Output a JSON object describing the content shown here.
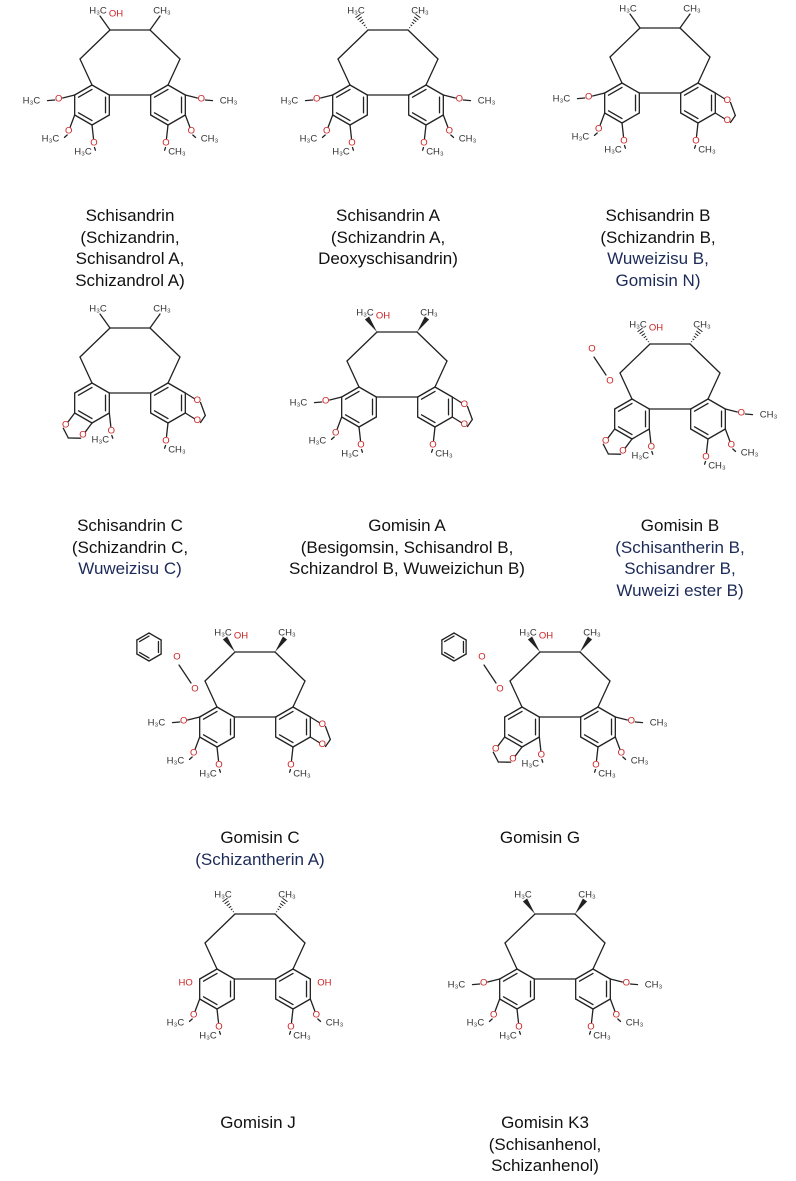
{
  "colors": {
    "bond": "#222222",
    "oxygen": "#cc2222",
    "carbon_text": "#333333",
    "caption": "#111111",
    "caption_alt": "#1c2a58"
  },
  "compounds": [
    {
      "key": "schisandrin",
      "name": "Schisandrin",
      "aliases": [
        "(Schizandrin,",
        "Schisandrol A,",
        "Schizandrol A)"
      ]
    },
    {
      "key": "schisandrin_a",
      "name": "Schisandrin A",
      "aliases": [
        "(Schizandrin A,",
        "Deoxyschisandrin)"
      ]
    },
    {
      "key": "schisandrin_b",
      "name": "Schisandrin B",
      "aliases": [
        "(Schizandrin B,",
        "Wuweizisu B,",
        "Gomisin N)"
      ]
    },
    {
      "key": "schisandrin_c",
      "name": "Schisandrin C",
      "aliases": [
        "(Schizandrin C,",
        "Wuweizisu C)"
      ]
    },
    {
      "key": "gomisin_a",
      "name": "Gomisin A",
      "aliases": [
        "(Besigomsin, Schisandrol B,",
        "Schizandrol B, Wuweizichun B)"
      ]
    },
    {
      "key": "gomisin_b",
      "name": "Gomisin B",
      "aliases": [
        "(Schisantherin B,",
        "Schisandrer B,",
        "Wuweizi ester B)"
      ]
    },
    {
      "key": "gomisin_c",
      "name": "Gomisin C",
      "aliases": [
        "(Schizantherin A)"
      ]
    },
    {
      "key": "gomisin_g",
      "name": "Gomisin G",
      "aliases": []
    },
    {
      "key": "gomisin_j",
      "name": "Gomisin J",
      "aliases": []
    },
    {
      "key": "gomisin_k3",
      "name": "Gomisin K3",
      "aliases": [
        "(Schisanhenol,",
        "Schizanhenol)"
      ]
    }
  ],
  "atom_labels": {
    "oh": "OH",
    "ho": "HO",
    "ch3": "CH₃",
    "h3c": "H₃C",
    "o": "O"
  }
}
